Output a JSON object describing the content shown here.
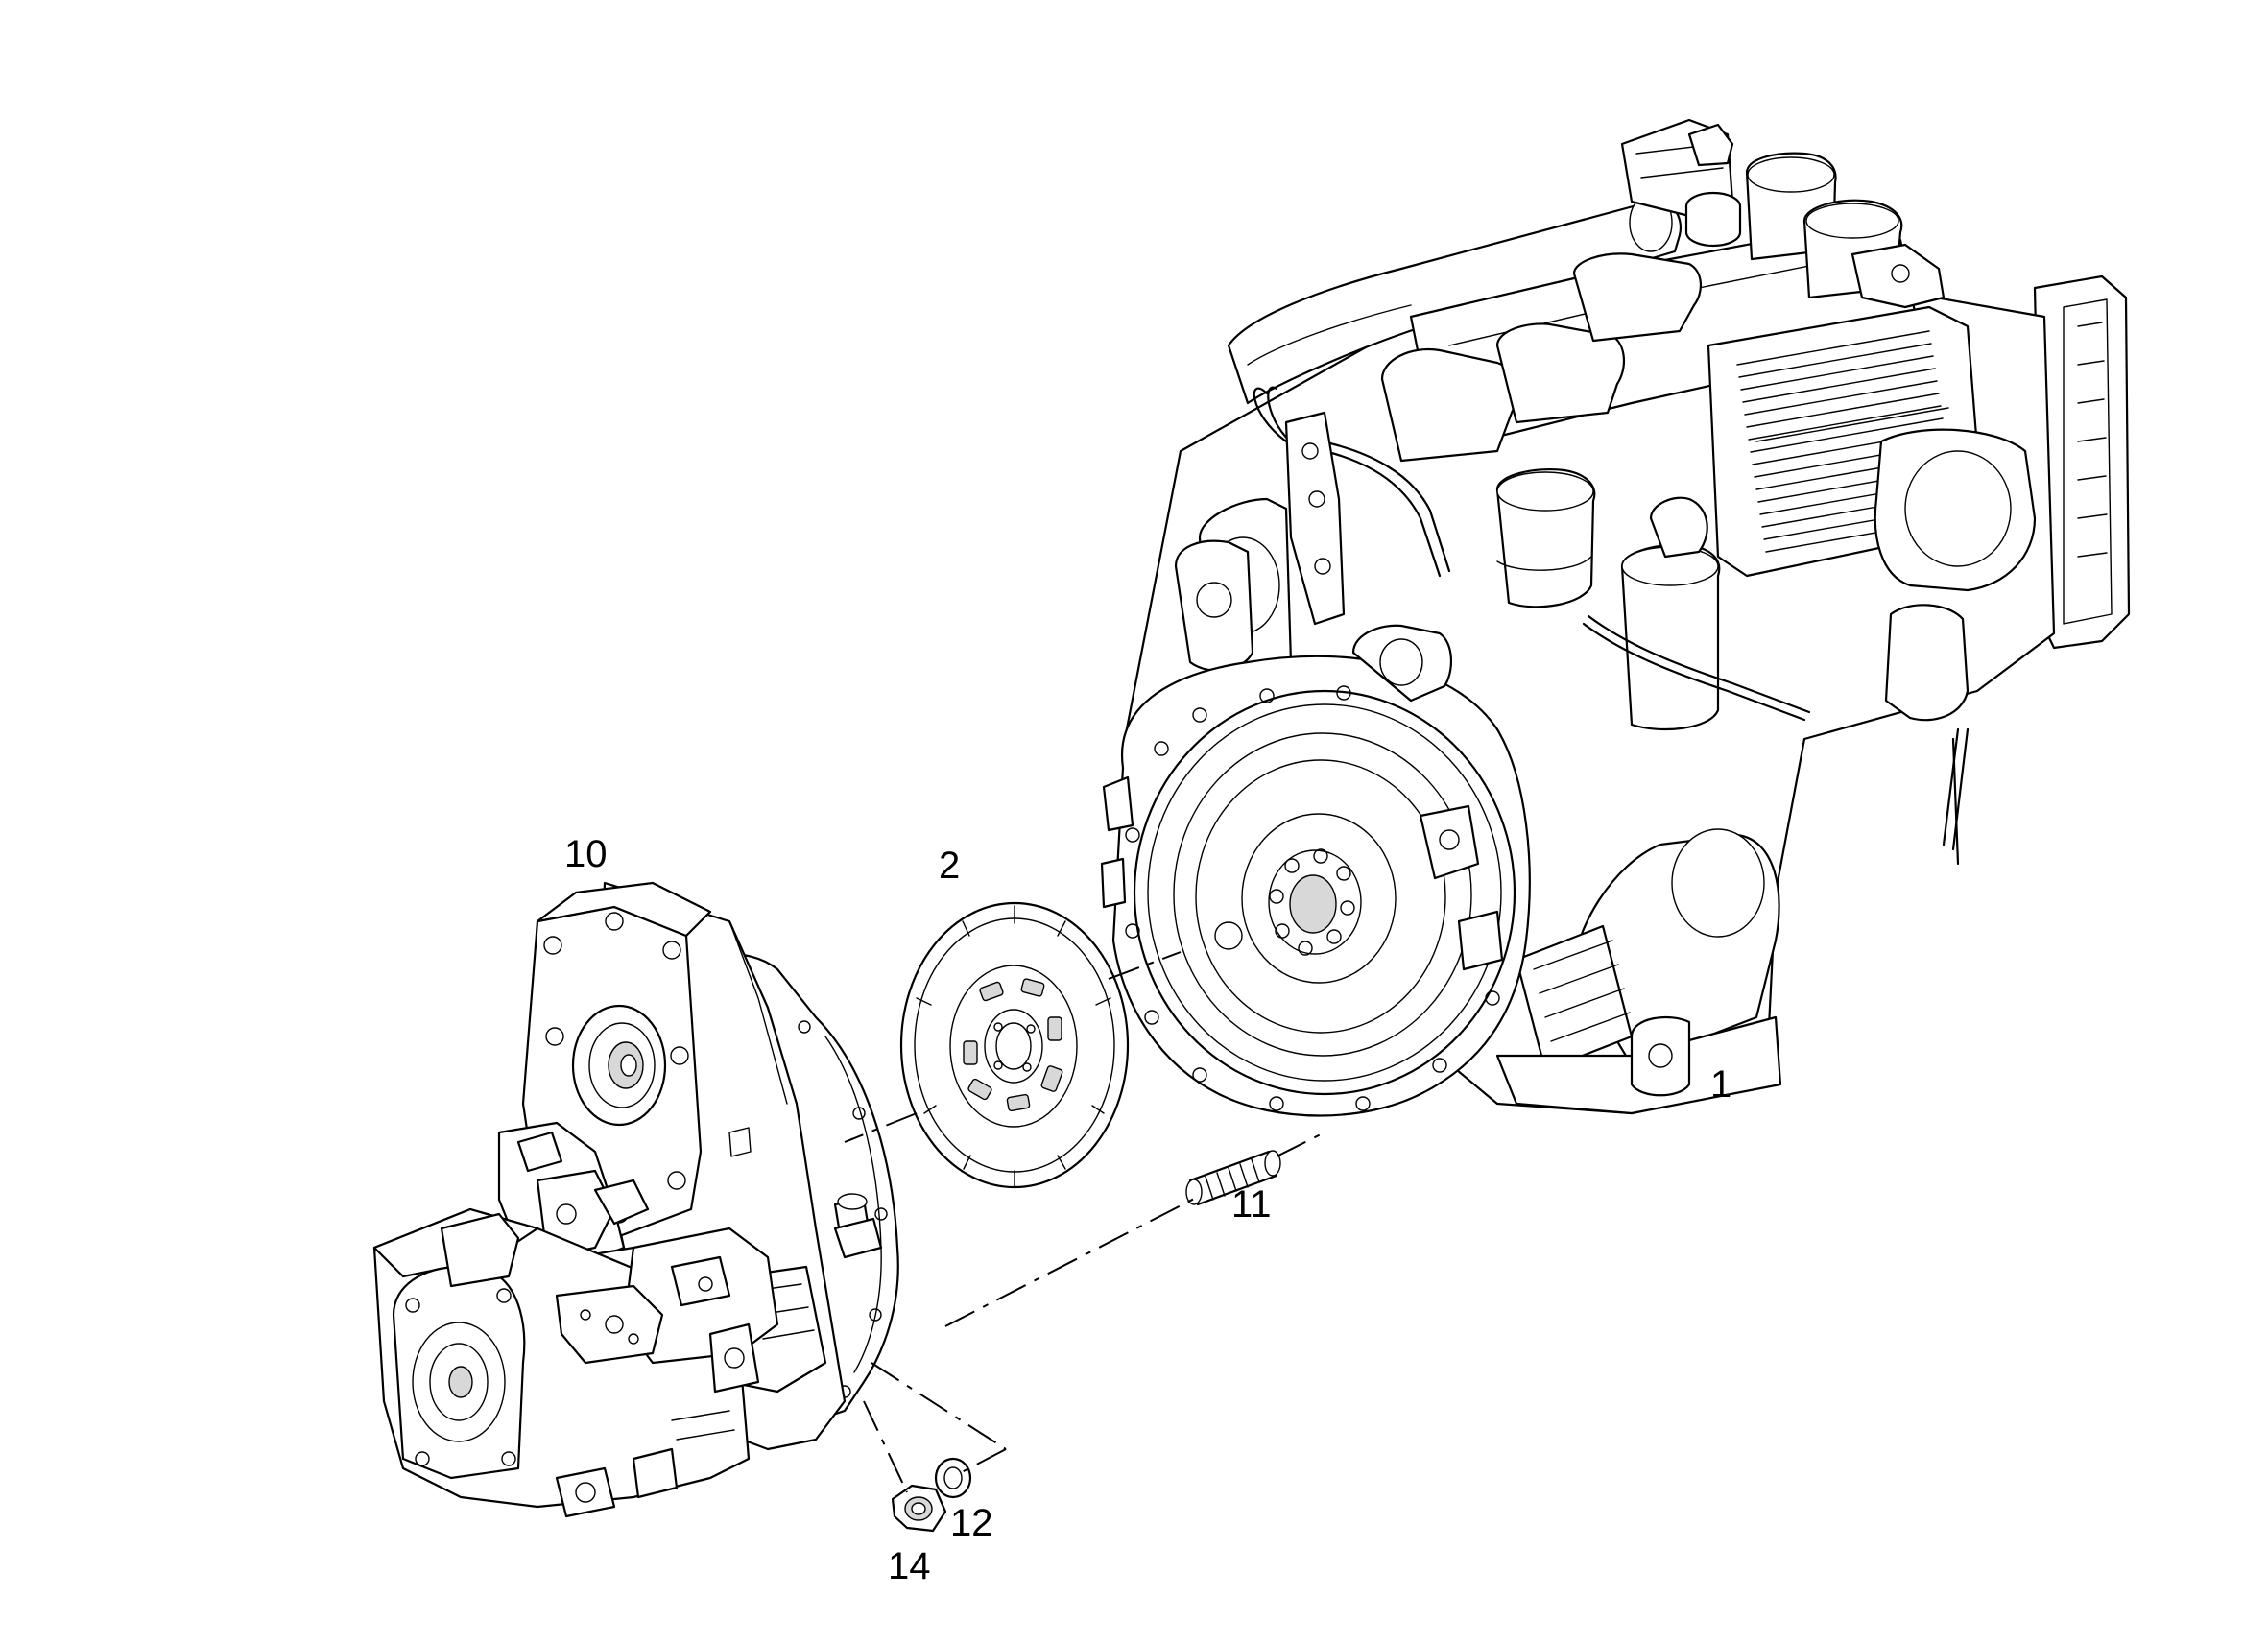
{
  "callouts": {
    "c1": "1",
    "c2": "2",
    "c10": "10",
    "c11": "11",
    "c12": "12",
    "c14": "14"
  },
  "colors": {
    "line": "#000000",
    "background": "#ffffff",
    "shade": "#d8d8d8"
  }
}
